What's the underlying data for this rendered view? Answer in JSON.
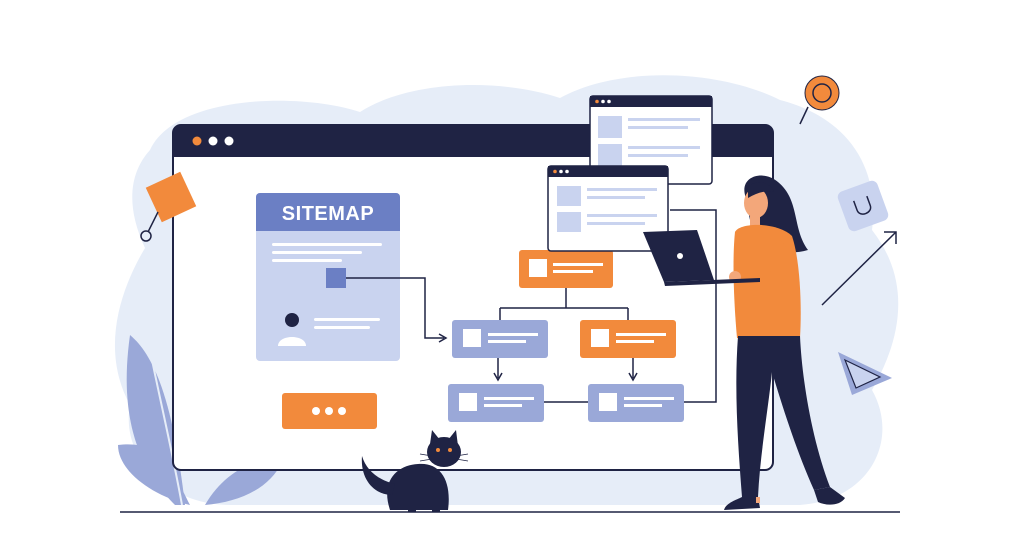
{
  "sitemap_card": {
    "title": "SITEMAP"
  },
  "colors": {
    "navy": "#1f2344",
    "orange": "#f28a3c",
    "periwinkle": "#9aa8d8",
    "light_blue": "#c9d3ef",
    "blob": "#e6edf8",
    "white": "#ffffff"
  },
  "icons": [
    "search-icon",
    "dots-icon",
    "cursor-icon",
    "cat-illustration",
    "woman-illustration",
    "laptop-icon"
  ]
}
